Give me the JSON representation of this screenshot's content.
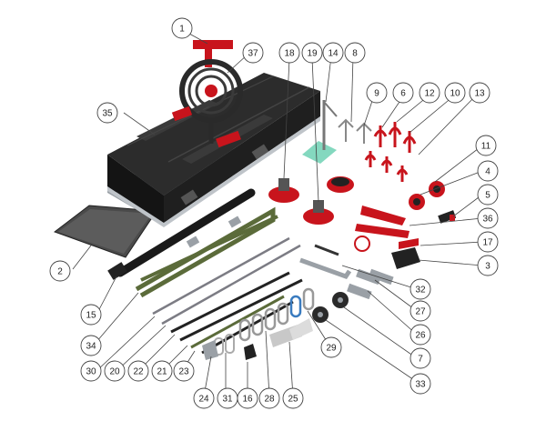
{
  "diagram": {
    "callouts": [
      "1",
      "37",
      "18",
      "19",
      "14",
      "8",
      "9",
      "6",
      "12",
      "10",
      "13",
      "35",
      "11",
      "4",
      "5",
      "36",
      "17",
      "3",
      "2",
      "15",
      "34",
      "30",
      "20",
      "22",
      "21",
      "23",
      "24",
      "31",
      "16",
      "28",
      "25",
      "29",
      "33",
      "7",
      "26",
      "27",
      "32"
    ]
  },
  "parts": {
    "case": "case-icon",
    "reel": "reel-icon",
    "mat": "mat-icon",
    "pole": "pole-icon",
    "suction_cups": "suction-cup-icon",
    "hooks": "hook-icon",
    "carabiners": "carabiner-icon",
    "pulleys": "pulley-icon"
  },
  "colors": {
    "case_body": "#1d1d1d",
    "accent_red": "#c8141c",
    "strap_green": "#5b6b3a",
    "metal": "#9aa0a6",
    "callout_stroke": "#444444"
  }
}
